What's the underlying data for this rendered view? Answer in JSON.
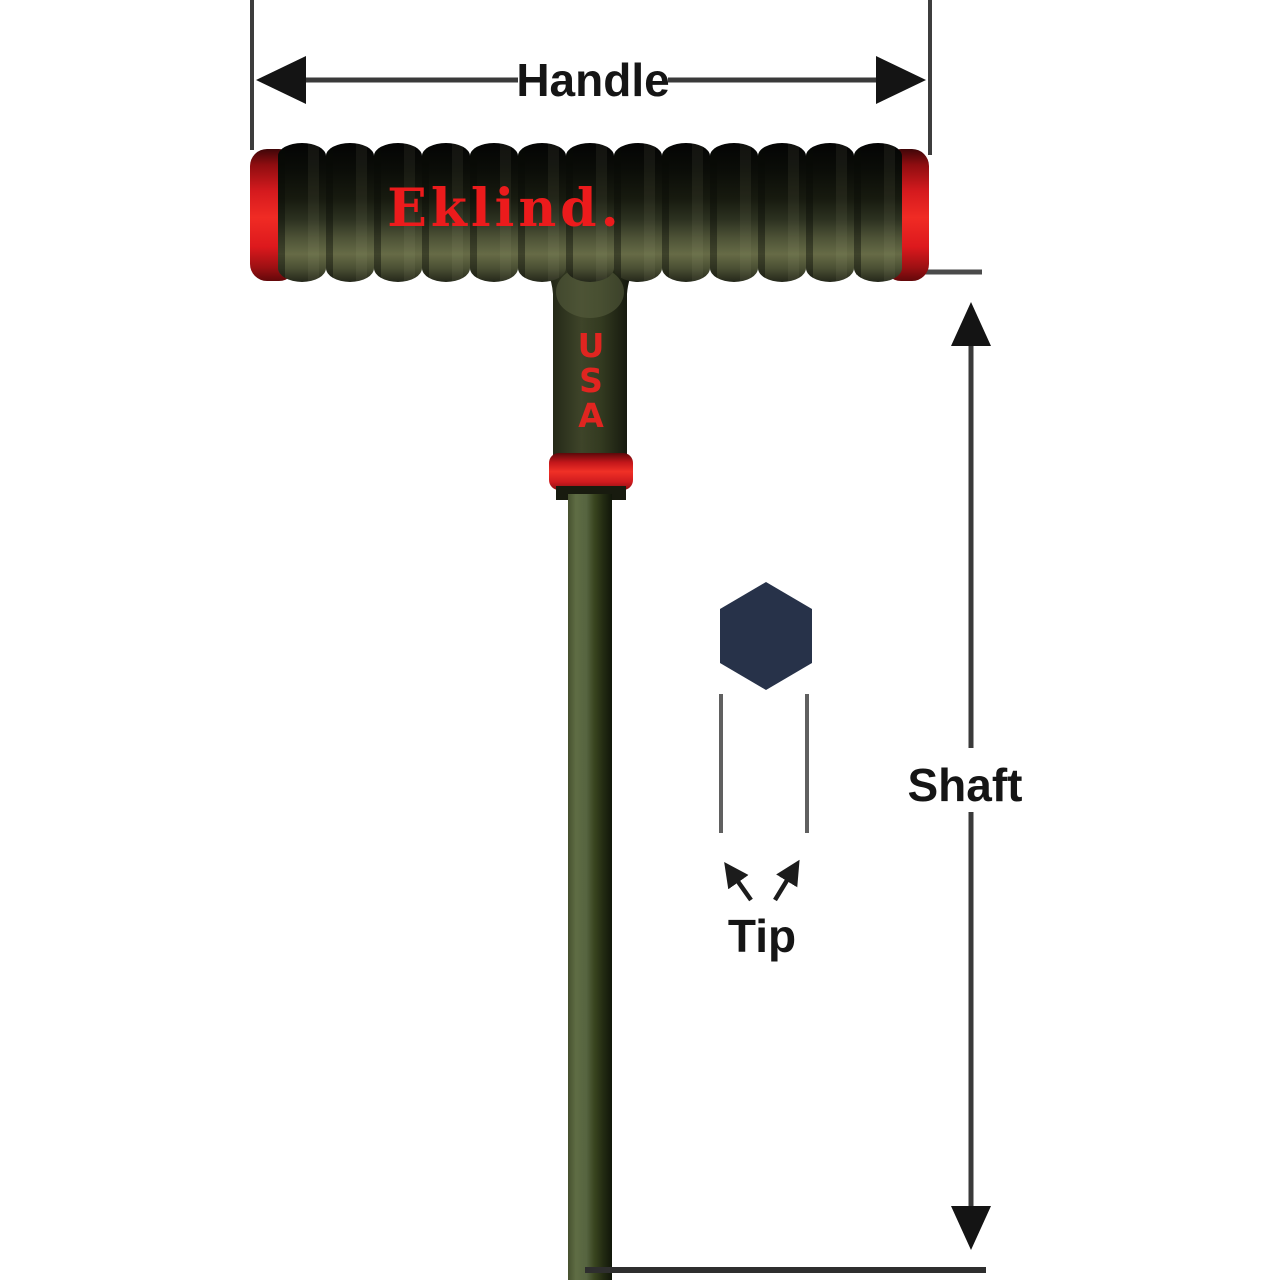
{
  "diagram": {
    "labels": {
      "handle": "Handle",
      "shaft": "Shaft",
      "tip": "Tip"
    },
    "brand": {
      "name": "Eklind.",
      "origin": [
        "U",
        "S",
        "A"
      ]
    },
    "colors": {
      "background": "#ffffff",
      "brand_red": "#ec1b1c",
      "cap_red": "#e41b20",
      "handle_olive": "#666b46",
      "shaft_olive": "#5f6d44",
      "hex_tip_navy": "#273249",
      "dimension_line_gray": "#3a3a3a",
      "label_black": "#151515"
    }
  }
}
